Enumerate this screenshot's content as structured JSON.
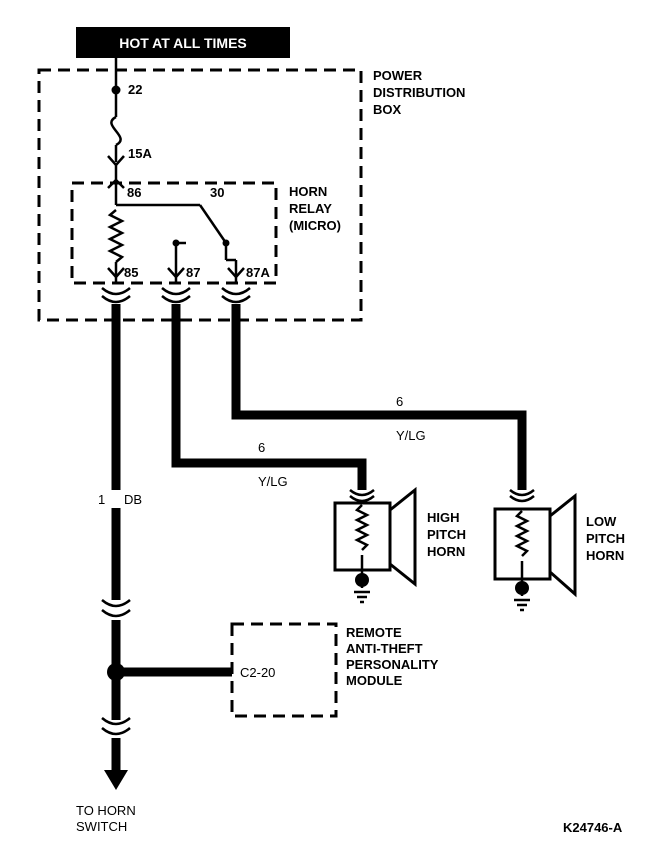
{
  "banner": "HOT AT ALL TIMES",
  "pdb": {
    "label_lines": [
      "POWER",
      "DISTRIBUTION",
      "BOX"
    ],
    "circuit": "22",
    "fuse": "15A"
  },
  "relay": {
    "label_lines": [
      "HORN",
      "RELAY",
      "(MICRO)"
    ],
    "pins": {
      "p86": "86",
      "p30": "30",
      "p85": "85",
      "p87": "87",
      "p87a": "87A"
    }
  },
  "wires": {
    "db": {
      "size": "1",
      "color": "DB"
    },
    "high_wire": {
      "size": "6",
      "color": "Y/LG"
    },
    "low_wire": {
      "size": "6",
      "color": "Y/LG"
    }
  },
  "high_horn": {
    "label_lines": [
      "HIGH",
      "PITCH",
      "HORN"
    ]
  },
  "low_horn": {
    "label_lines": [
      "LOW",
      "PITCH",
      "HORN"
    ]
  },
  "module": {
    "label_lines": [
      "REMOTE",
      "ANTI-THEFT",
      "PERSONALITY",
      "MODULE"
    ],
    "pin": "C2-20"
  },
  "switch_label_lines": [
    "TO HORN",
    "SWITCH"
  ],
  "figure_id": "K24746-A"
}
